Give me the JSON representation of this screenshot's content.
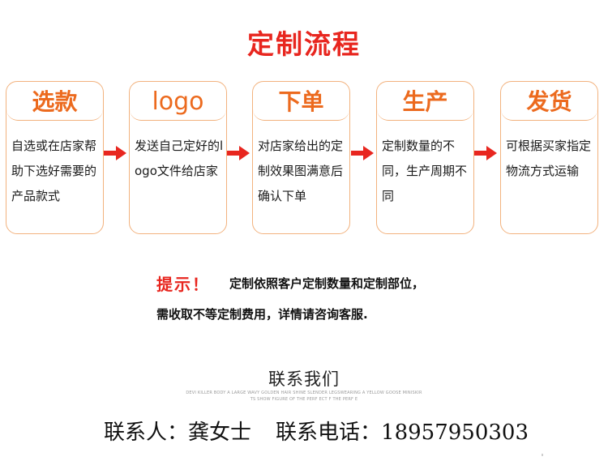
{
  "title": "定制流程",
  "steps": [
    {
      "title": "选款",
      "text": "自选或在店家帮助下选好需要的产品款式"
    },
    {
      "title": "logo",
      "text": "发送自己定好的logo文件给店家"
    },
    {
      "title": "下单",
      "text": "对店家给出的定制效果图满意后确认下单"
    },
    {
      "title": "生产",
      "text": "定制数量的不同，生产周期不同"
    },
    {
      "title": "发货",
      "text": "可根据买家指定物流方式运输"
    }
  ],
  "note": {
    "label": "提示！",
    "line1": "定制依照客户定制数量和定制部位，",
    "line2": "需收取不等定制费用，详情请咨询客服."
  },
  "contact": {
    "heading": "联系我们",
    "subtitle_line1": "DEVI KILLER BODY A LARGE WAVY GOLDEN HAIR SHINE SLENDER LEGSWEARING A YELLOW GOOSE MINISKIR",
    "subtitle_line2": "TS SHOW FIGURE OF THE PERF ECT F THE PERF E",
    "person_label": "联系人：",
    "person_name": "龚女士",
    "phone_label": "联系电话：",
    "phone": "18957950303"
  },
  "colors": {
    "accent_red": "#e8261f",
    "step_orange": "#ec6a1e",
    "step_border": "#f2b27e",
    "arrow_red": "#e8261f"
  },
  "icons": [
    "right-arrow-icon"
  ]
}
